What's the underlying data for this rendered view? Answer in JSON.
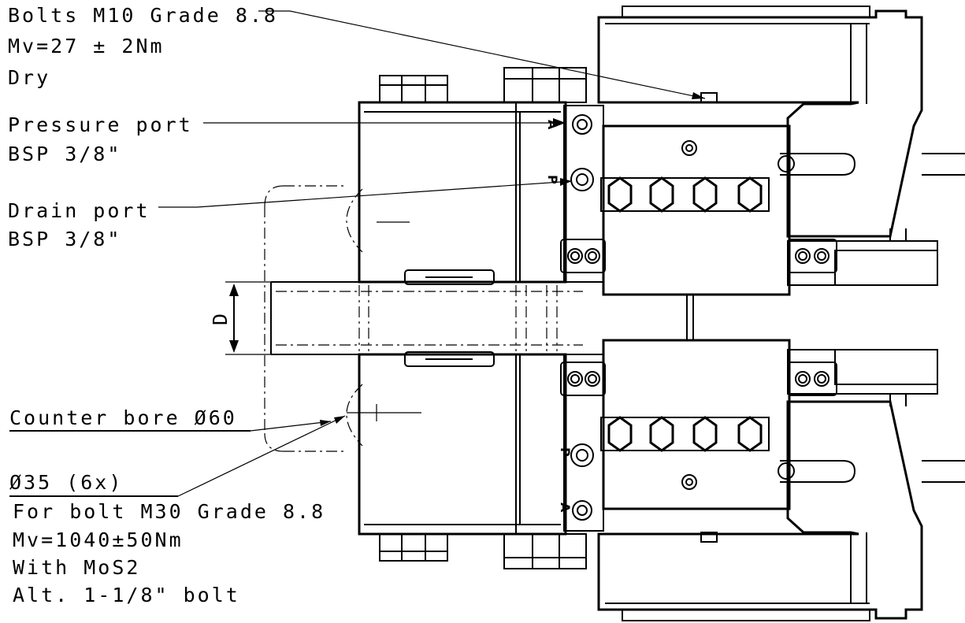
{
  "annotations": {
    "bolts_m10": {
      "line1": "Bolts M10 Grade 8.8",
      "line2": "Mv=27 ± 2Nm",
      "line3": "Dry"
    },
    "pressure_port": {
      "line1": "Pressure port",
      "line2": "BSP 3/8\""
    },
    "drain_port": {
      "line1": "Drain port",
      "line2": "BSP 3/8\""
    },
    "counter_bore": "Counter bore Ø60",
    "hole_spec": {
      "line1": "Ø35 (6x)",
      "line2": "For bolt M30 Grade 8.8",
      "line3": "Mv=1040±50Nm",
      "line4": "With MoS2",
      "line5": "Alt. 1-1/8\" bolt"
    },
    "dimension_d": "D"
  },
  "port_letters": {
    "upper_a": "A",
    "upper_p": "P",
    "lower_p": "P",
    "lower_a": "A"
  },
  "colors": {
    "line": "#000000",
    "background": "#ffffff"
  }
}
